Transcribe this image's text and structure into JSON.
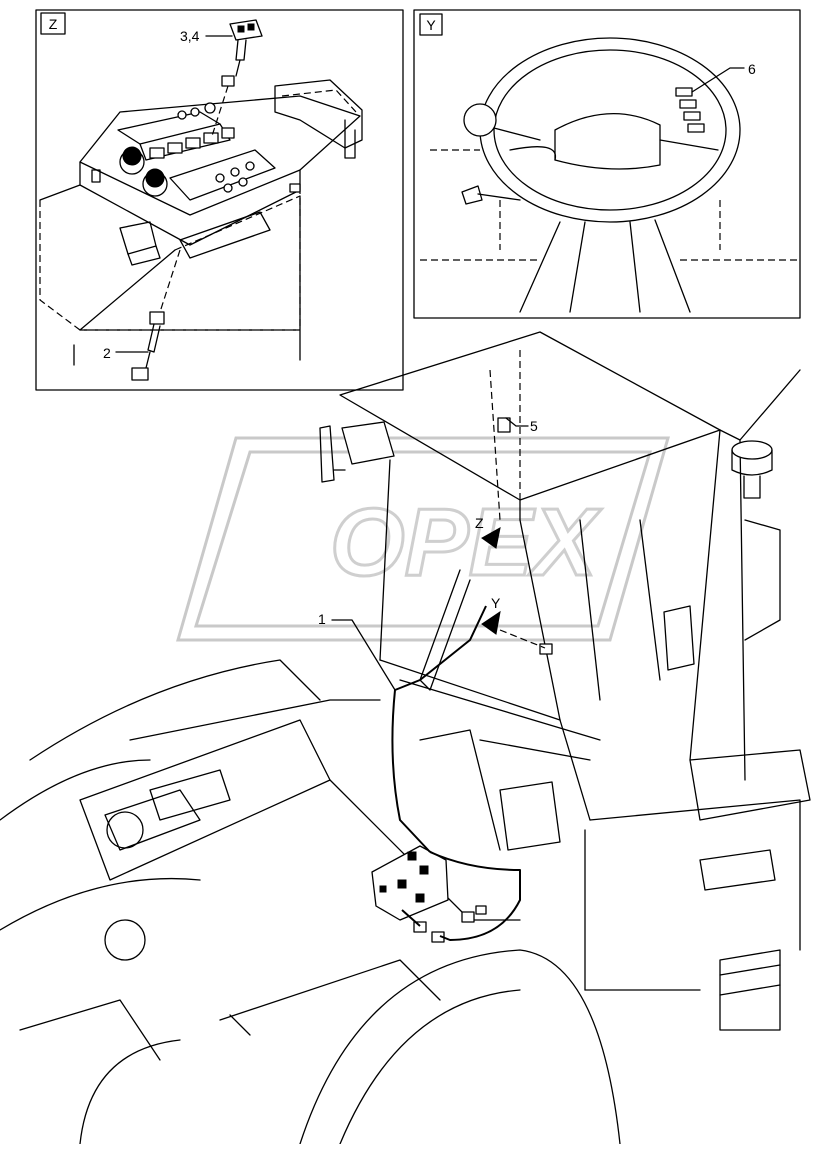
{
  "views": {
    "z": {
      "tag": "Z"
    },
    "y": {
      "tag": "Y"
    }
  },
  "callouts": {
    "c1": "1",
    "c2": "2",
    "c34": "3,4",
    "c5": "5",
    "c6": "6"
  },
  "pointers": {
    "z": "Z",
    "y": "Y"
  },
  "watermark": {
    "text": "OPEX"
  }
}
